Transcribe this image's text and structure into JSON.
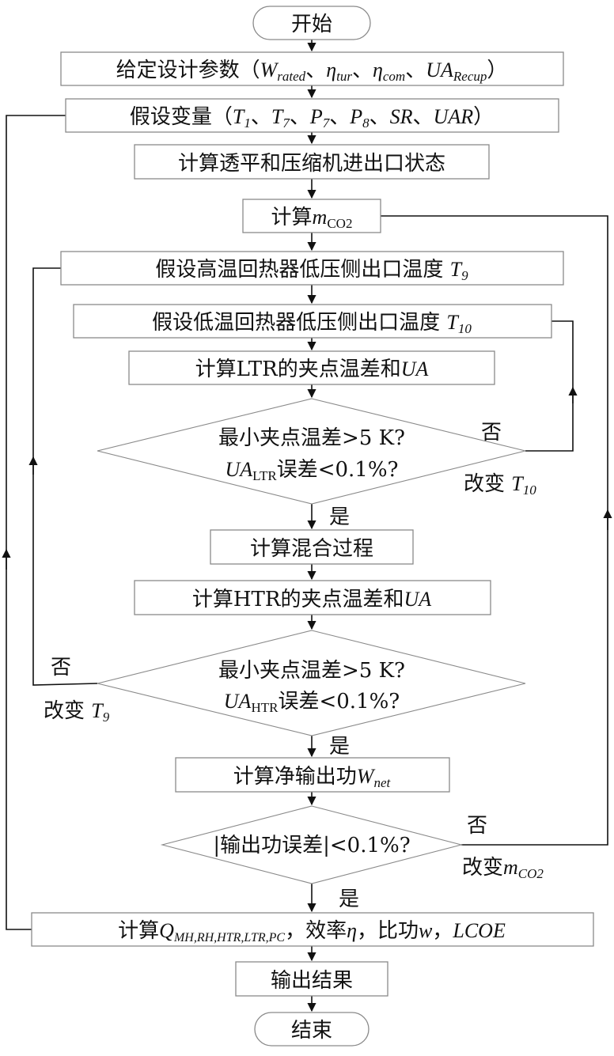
{
  "title": "sCO2 cycle design calculation flowchart",
  "nodes": {
    "start": {
      "type": "terminal",
      "text": "开始"
    },
    "given_params": {
      "type": "process",
      "prefix": "给定设计参数（",
      "w": "W",
      "w_sub": "rated",
      "sep": "、",
      "eta1": "η",
      "eta1_sub": "tur",
      "eta2": "η",
      "eta2_sub": "com",
      "ua": "UA",
      "ua_sub": "Recup",
      "suffix": "）"
    },
    "assume_vars": {
      "type": "process",
      "prefix": "假设变量（",
      "vars": [
        "T",
        "T",
        "P",
        "P",
        "SR",
        "UAR"
      ],
      "subs": [
        "1",
        "7",
        "7",
        "8",
        "",
        ""
      ],
      "sep": "、",
      "suffix": "）"
    },
    "calc_states": {
      "type": "process",
      "text": "计算透平和压缩机进出口状态"
    },
    "calc_mco2": {
      "type": "process",
      "prefix": "计算",
      "var": "m",
      "sub": "CO2"
    },
    "assume_t9": {
      "type": "process",
      "prefix": "假设高温回热器低压侧出口温度 ",
      "var": "T",
      "sub": "9"
    },
    "assume_t10": {
      "type": "process",
      "prefix": "假设低温回热器低压侧出口温度 ",
      "var": "T",
      "sub": "10"
    },
    "calc_ltr": {
      "type": "process",
      "prefix": "计算LTR的夹点温差和",
      "var": "UA"
    },
    "check_ltr": {
      "type": "decision",
      "line1": "最小夹点温差>5 K?",
      "var": "UA",
      "sub": "LTR",
      "line2_suffix": "误差<0.1%?"
    },
    "calc_mix": {
      "type": "process",
      "text": "计算混合过程"
    },
    "calc_htr": {
      "type": "process",
      "prefix": "计算HTR的夹点温差和",
      "var": "UA"
    },
    "check_htr": {
      "type": "decision",
      "line1": "最小夹点温差>5 K?",
      "var": "UA",
      "sub": "HTR",
      "line2_suffix": "误差<0.1%?"
    },
    "calc_wnet": {
      "type": "process",
      "prefix": "计算净输出功",
      "var": "W",
      "sub": "net"
    },
    "check_power": {
      "type": "decision",
      "text": "|输出功误差|<0.1%?"
    },
    "calc_results": {
      "type": "process",
      "prefix": "计算",
      "var": "Q",
      "sub": "MH,RH,HTR,LTR,PC",
      "mid1": "，效率",
      "eta": "η",
      "mid2": "，比功",
      "w": "w",
      "mid3": "，",
      "lcoe": "LCOE"
    },
    "output": {
      "type": "process",
      "text": "输出结果"
    },
    "end": {
      "type": "terminal",
      "text": "结束"
    }
  },
  "edge_labels": {
    "ltr_no": "否",
    "ltr_change_prefix": "改变 ",
    "ltr_change_var": "T",
    "ltr_change_sub": "10",
    "ltr_yes": "是",
    "htr_no": "否",
    "htr_change_prefix": "改变 ",
    "htr_change_var": "T",
    "htr_change_sub": "9",
    "htr_yes": "是",
    "power_no": "否",
    "power_change_prefix": "改变",
    "power_change_var": "m",
    "power_change_sub": "CO2",
    "power_yes": "是"
  }
}
